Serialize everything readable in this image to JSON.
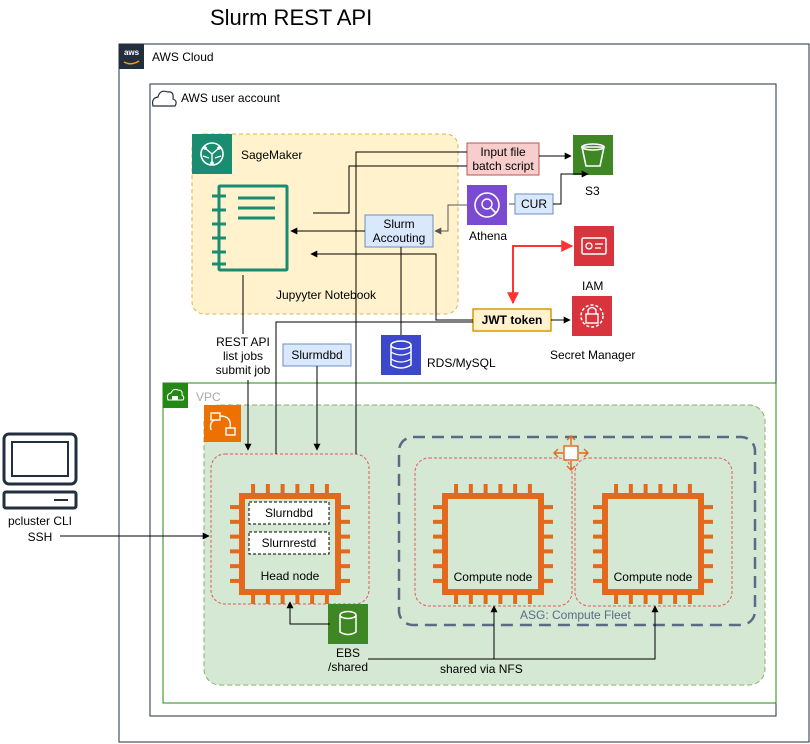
{
  "title": "Slurm REST API",
  "groups": {
    "aws_cloud": "AWS Cloud",
    "user_account": "AWS user account",
    "vpc": "VPC",
    "asg": "ASG: Compute Fleet"
  },
  "sagemaker": {
    "label": "SageMaker",
    "notebook": "Jupyyter Notebook"
  },
  "boxes": {
    "input_file_line1": "Input file",
    "input_file_line2": "batch script",
    "cur": "CUR",
    "slurm_accounting_line1": "Slurm",
    "slurm_accounting_line2": "Accouting",
    "jwt_token": "JWT token",
    "slurmdbd_top": "Slurmdbd",
    "slurmdbd_inner": "Slurndbd",
    "slurmrestd_inner": "Slurnrestd"
  },
  "services": {
    "s3": "S3",
    "athena": "Athena",
    "iam": "IAM",
    "secret_manager": "Secret Manager",
    "rds": "RDS/MySQL",
    "ebs_line1": "EBS",
    "ebs_line2": "/shared"
  },
  "nodes": {
    "head": "Head node",
    "compute1": "Compute node",
    "compute2": "Compute node"
  },
  "annotations": {
    "rest_api_line1": "REST API",
    "rest_api_line2": "list jobs",
    "rest_api_line3": "submit job",
    "client_line1": "pcluster CLI",
    "client_line2": "SSH",
    "nfs": "shared via NFS"
  },
  "colors": {
    "ec2_orange": "#e2691d",
    "sagemaker_teal": "#1a8c72",
    "s3_green": "#3f8624",
    "athena_purple": "#7a4bd1",
    "security_red": "#d9343e",
    "rds_blue": "#3b48cc",
    "jupyter_fill": "#fff2cc",
    "vpc_fill": "#d5e8d4",
    "vpc_border": "#248814",
    "input_fill": "#f8cecc",
    "info_fill": "#dae8fc",
    "asg_border": "#5a6b86",
    "red_arrow": "#ff3333"
  }
}
